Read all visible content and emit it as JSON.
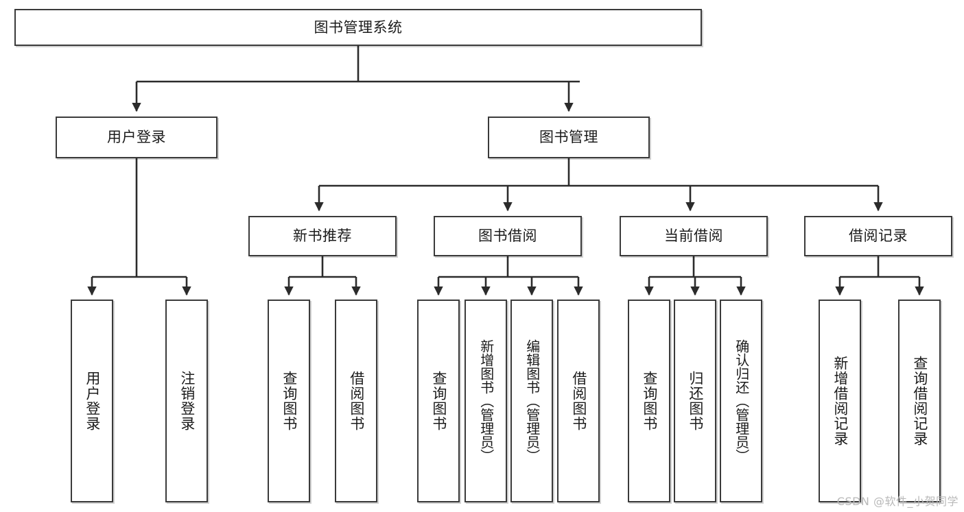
{
  "diagram": {
    "title": "图书管理系统",
    "type": "tree-hierarchy-chart",
    "orientation": "top-down",
    "colors": {
      "box_border": "#3a3a3a",
      "box_fill": "#ffffff",
      "connector": "#2b2b2b",
      "text": "#1b1b1b",
      "watermark": "#b9b9b9",
      "background": "#ffffff"
    }
  },
  "root": {
    "label": "图书管理系统"
  },
  "level2": [
    {
      "label": "用户登录"
    },
    {
      "label": "图书管理"
    }
  ],
  "level3": [
    {
      "label": "新书推荐"
    },
    {
      "label": "图书借阅"
    },
    {
      "label": "当前借阅"
    },
    {
      "label": "借阅记录"
    }
  ],
  "leaves": {
    "user_login": [
      {
        "label": "用户登录"
      },
      {
        "label": "注销登录"
      }
    ],
    "new_book_recommend": [
      {
        "label": "查询图书"
      },
      {
        "label": "借阅图书"
      }
    ],
    "book_borrow": [
      {
        "label": "查询图书"
      },
      {
        "label": "新增图书（管理员）"
      },
      {
        "label": "编辑图书（管理员）"
      },
      {
        "label": "借阅图书"
      }
    ],
    "current_borrow": [
      {
        "label": "查询图书"
      },
      {
        "label": "归还图书"
      },
      {
        "label": "确认归还（管理员）"
      }
    ],
    "borrow_record": [
      {
        "label": "新增借阅记录"
      },
      {
        "label": "查询借阅记录"
      }
    ]
  },
  "watermark": {
    "text": "CSDN @软件_小贺同学"
  }
}
